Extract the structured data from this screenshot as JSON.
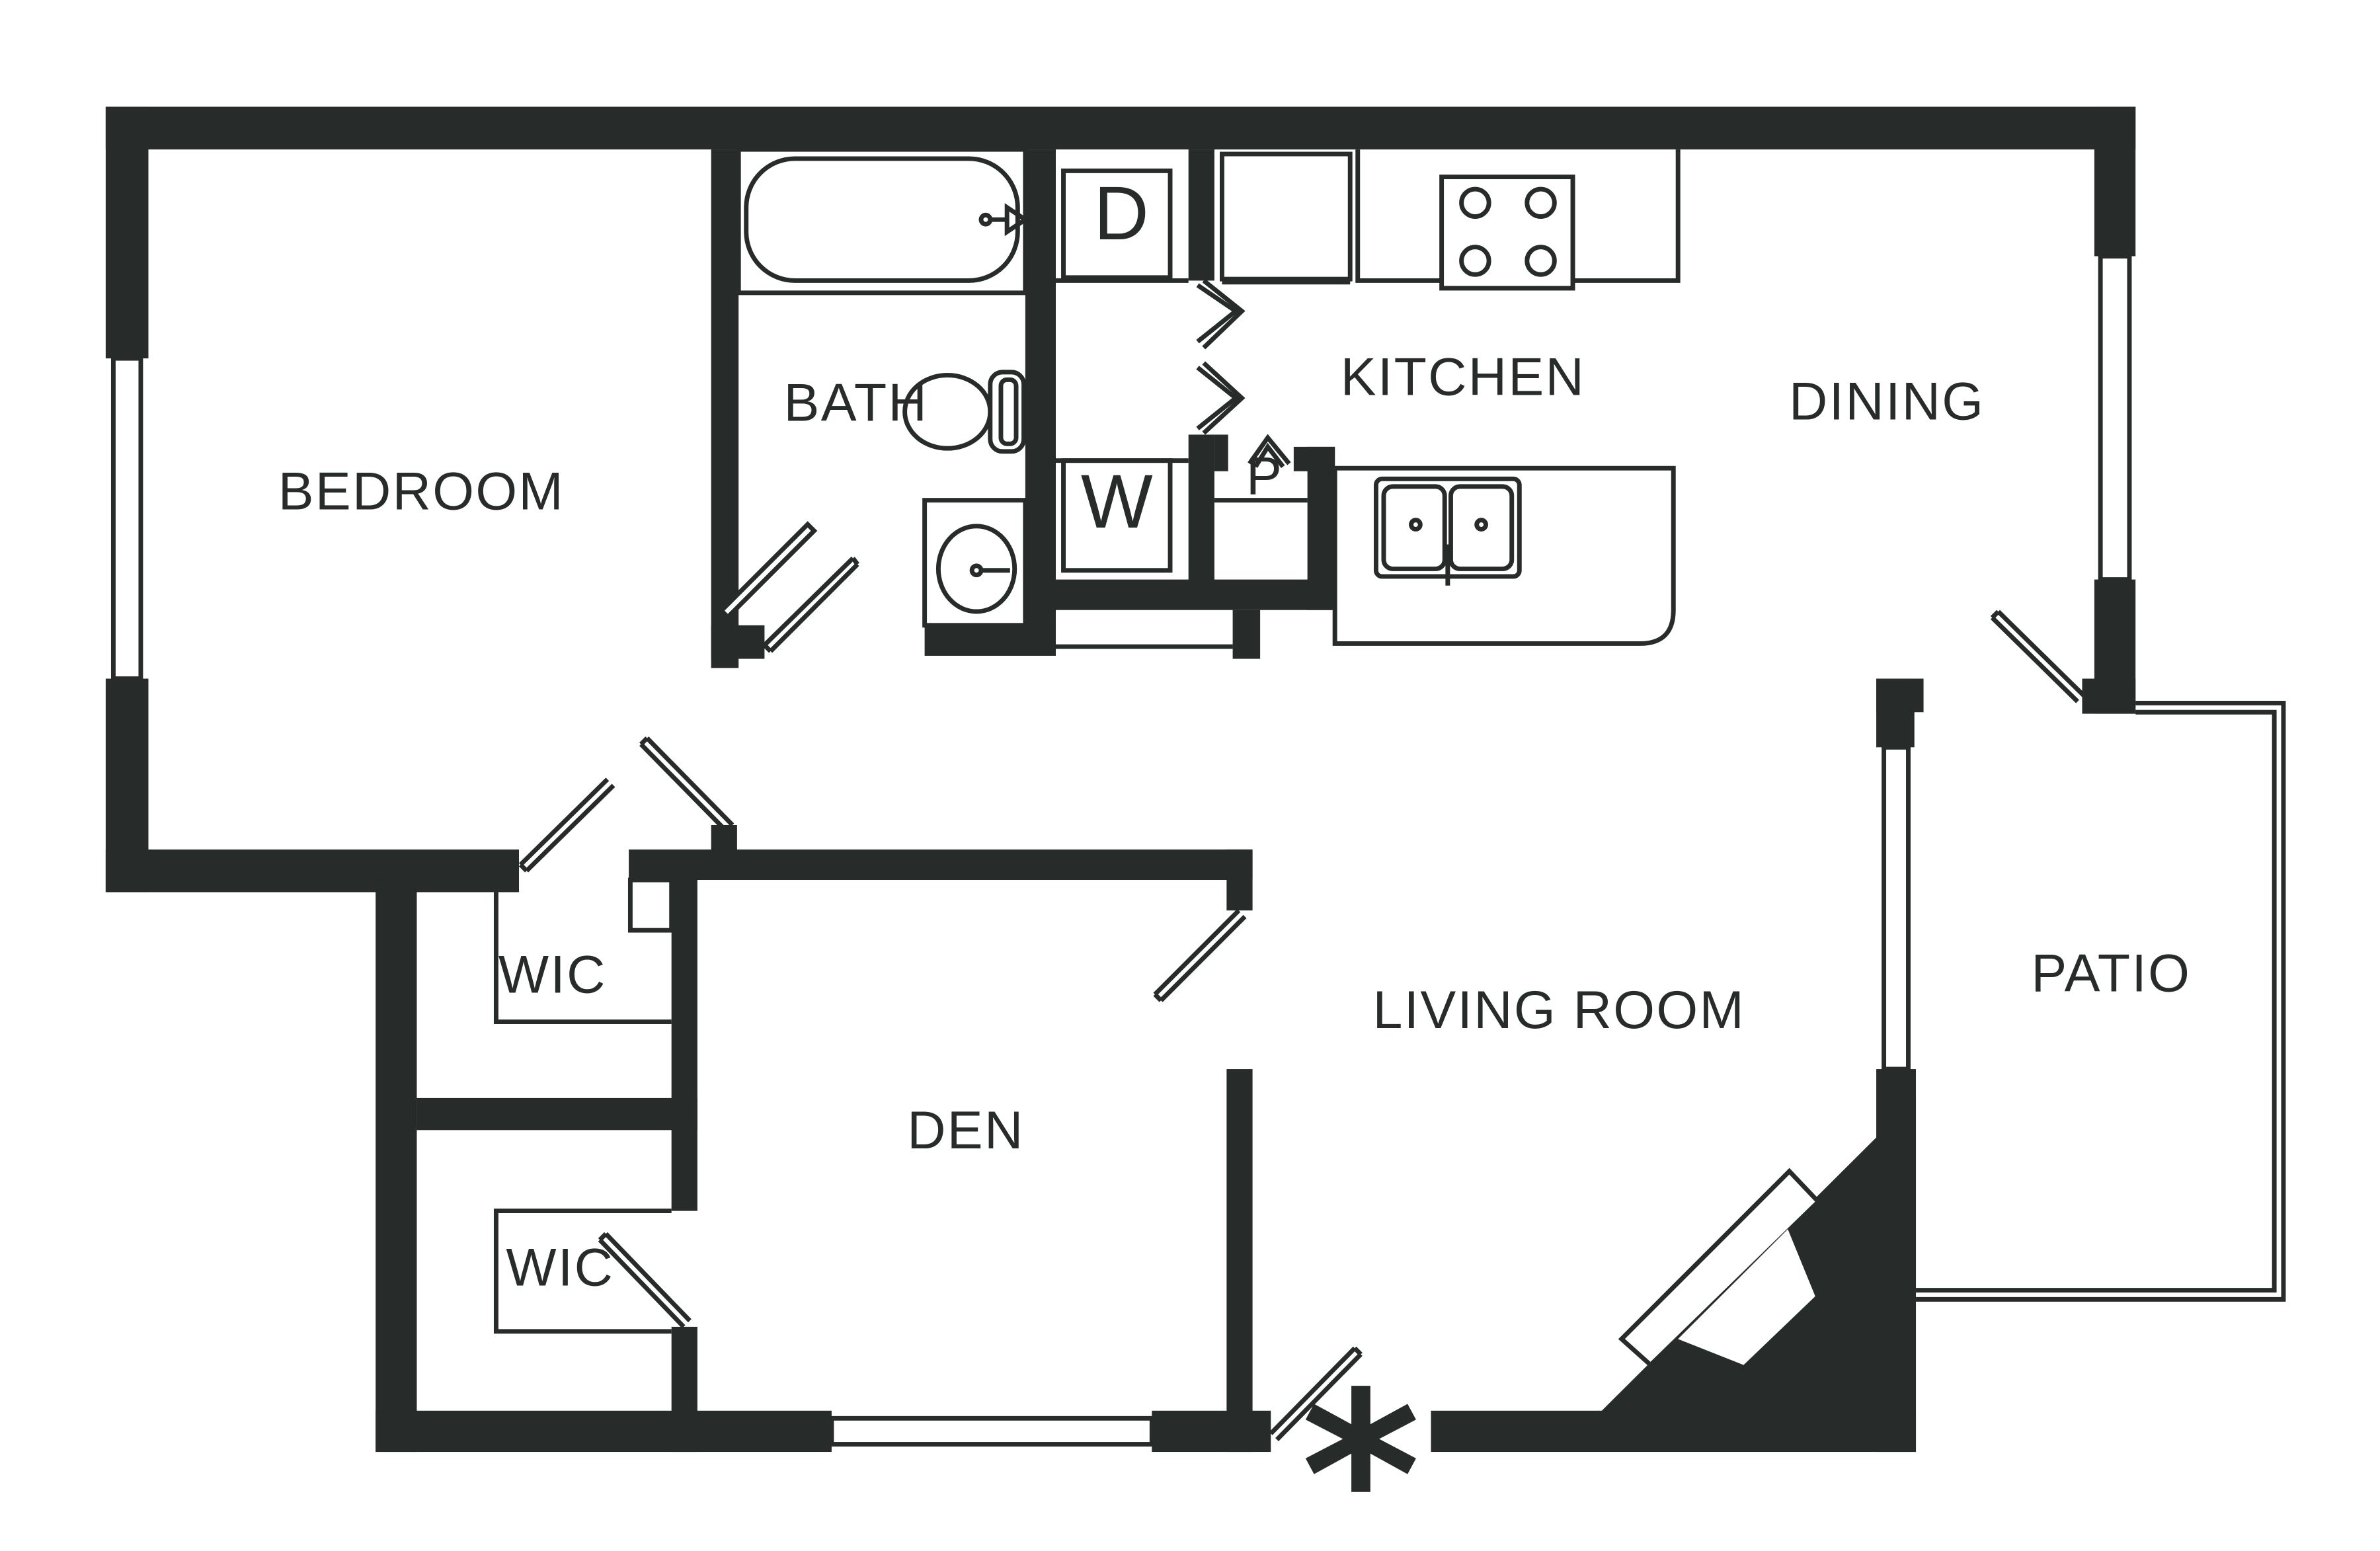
{
  "rooms": {
    "bedroom": "BEDROOM",
    "bath": "BATH",
    "kitchen": "KITCHEN",
    "dining": "DINING",
    "living_room": "LIVING ROOM",
    "patio": "PATIO",
    "den": "DEN",
    "wic_upper": "WIC",
    "wic_lower": "WIC"
  },
  "fixtures": {
    "dryer": "D",
    "washer": "W",
    "pantry": "P"
  },
  "marker": "*",
  "colors": {
    "wall": "#272b2a",
    "background": "#ffffff"
  }
}
